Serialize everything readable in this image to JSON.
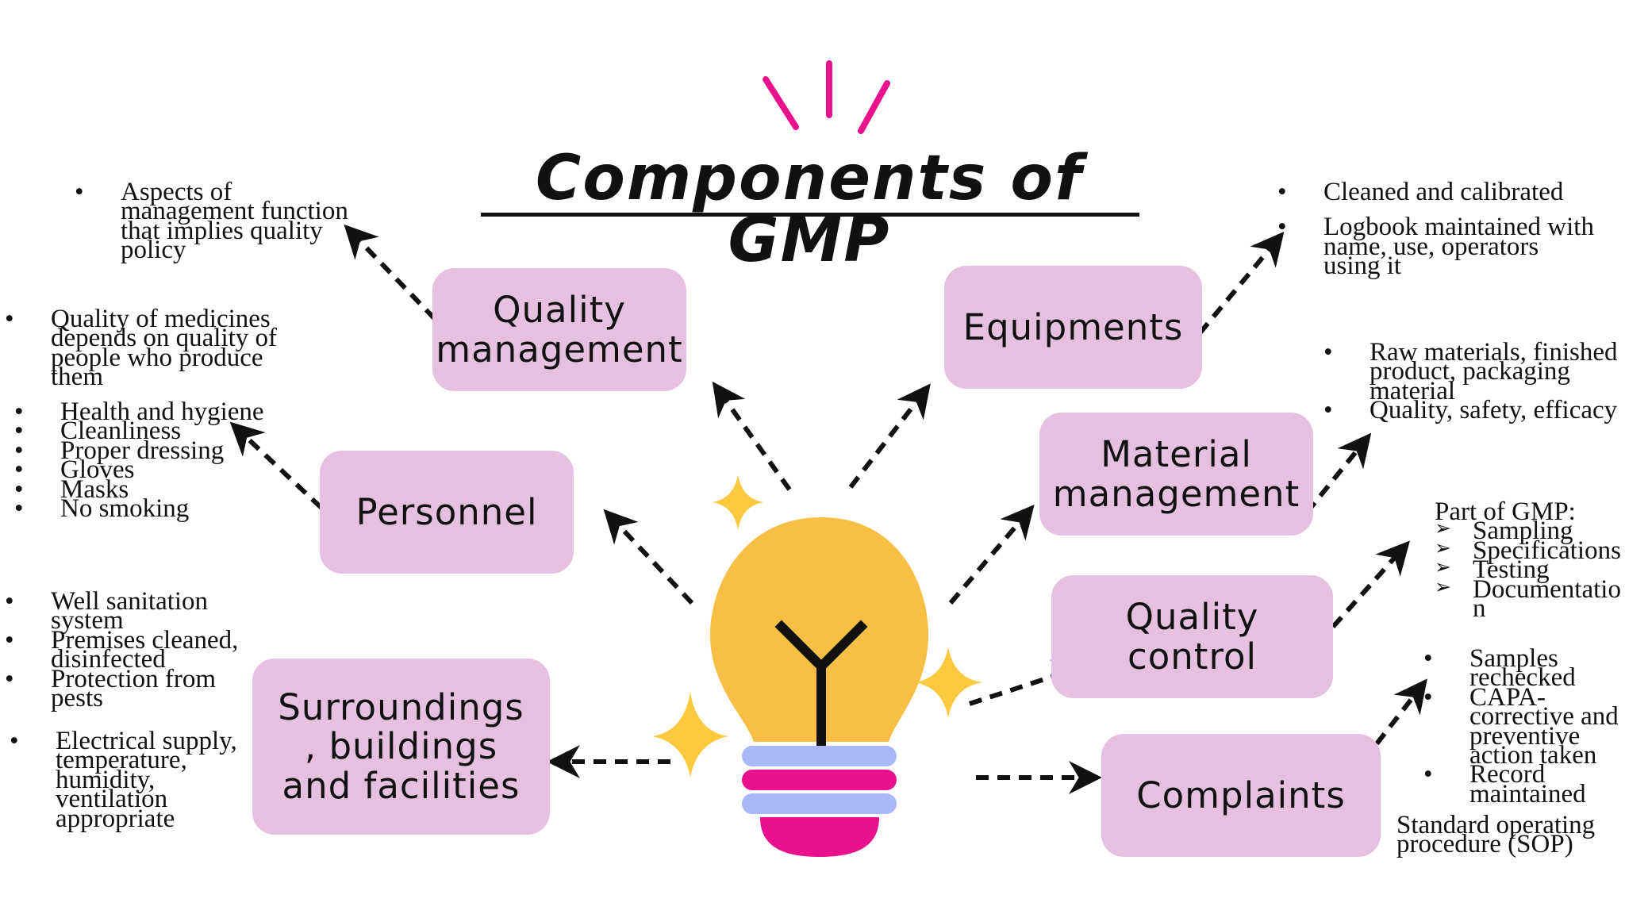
{
  "title": "Components of GMP",
  "nodes": {
    "quality_management": "Quality management",
    "equipments": "Equipments",
    "material_management": "Material management",
    "personnel": "Personnel",
    "quality_control": "Quality control",
    "surroundings": "Surroundings , buildings and facilities",
    "complaints": "Complaints"
  },
  "notes": {
    "quality_management": [
      "Aspects of management function that implies quality policy"
    ],
    "equipments": [
      "Cleaned and calibrated",
      "Logbook maintained with name, use, operators using it"
    ],
    "personnel_intro": [
      "Quality of medicines depends on quality of people who produce them"
    ],
    "personnel": [
      "Health and hygiene",
      "Cleanliness",
      "Proper dressing",
      "Gloves",
      "Masks",
      "No smoking"
    ],
    "material_management": [
      "Raw materials, finished product, packaging material",
      "Quality, safety, efficacy"
    ],
    "quality_control_heading": "Part of GMP:",
    "quality_control": [
      "Sampling",
      "Specifications",
      "Testing",
      "Documentation"
    ],
    "surroundings": [
      "Well sanitation system",
      "Premises cleaned, disinfected",
      "Protection from pests"
    ],
    "surroundings_extra": [
      "Electrical supply, temperature, humidity, ventilation appropriate"
    ],
    "complaints": [
      "Samples rechecked",
      "CAPA- corrective and preventive action taken",
      "Record maintained"
    ],
    "sop": "Standard operating procedure (SOP)"
  },
  "colors": {
    "node_fill": "#e6c0e0",
    "bulb": "#f9bf45",
    "sparkle": "#fcc93f",
    "accent_pink": "#ea128c",
    "base_blue": "#a8b8f8"
  },
  "icons": [
    "lightbulb-icon",
    "sparkle-icon",
    "burst-lines-icon"
  ]
}
